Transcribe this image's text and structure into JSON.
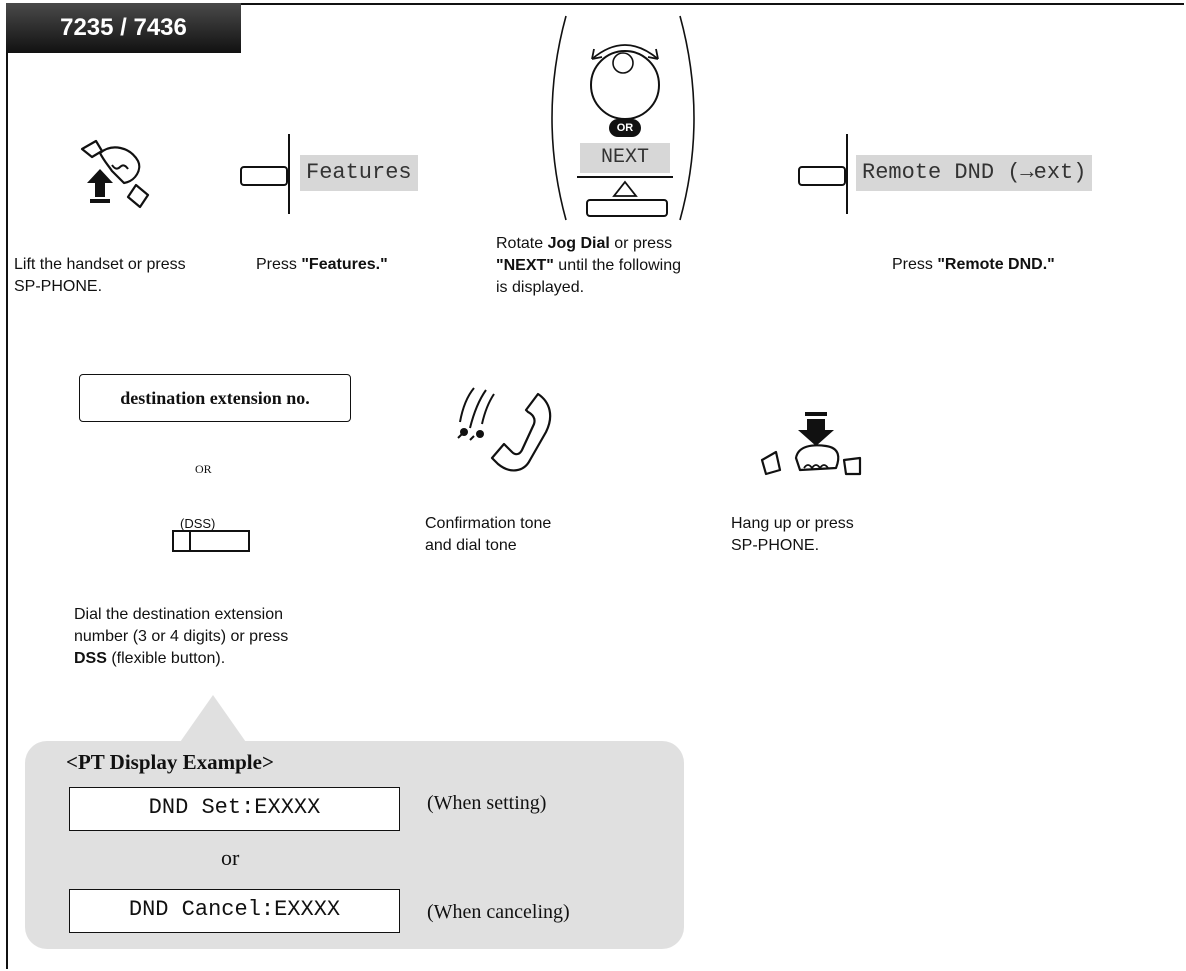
{
  "header": {
    "model": "7235 / 7436"
  },
  "step1": {
    "caption": "Lift the handset or press SP-PHONE."
  },
  "step2": {
    "display": "Features",
    "caption_pre": "Press ",
    "caption_bold": "\"Features.\""
  },
  "step3": {
    "or_badge": "OR",
    "next_label": "NEXT",
    "cap_a": "Rotate ",
    "cap_b": "Jog Dial",
    "cap_c": " or press",
    "cap_d": "\"NEXT\"",
    "cap_e": " until the following",
    "cap_f": "is displayed."
  },
  "step4": {
    "display": "Remote DND (→ext)",
    "caption_pre": "Press ",
    "caption_bold": "\"Remote DND.\""
  },
  "step5": {
    "box_label": "destination extension no.",
    "or_text": "OR",
    "dss_label": "(DSS)",
    "cap_line1": "Dial the destination extension",
    "cap_line2": "number (3 or 4 digits) or press",
    "cap_bold": "DSS",
    "cap_rest": " (flexible button)."
  },
  "step6": {
    "cap_line1": "Confirmation tone",
    "cap_line2": "and dial tone"
  },
  "step7": {
    "cap_line1": "Hang up or press",
    "cap_line2": "SP-PHONE."
  },
  "example": {
    "title": "<PT Display Example>",
    "set_display": "DND Set:EXXXX",
    "set_note": "(When setting)",
    "or_text": "or",
    "cancel_display": "DND Cancel:EXXXX",
    "cancel_note": "(When canceling)"
  }
}
